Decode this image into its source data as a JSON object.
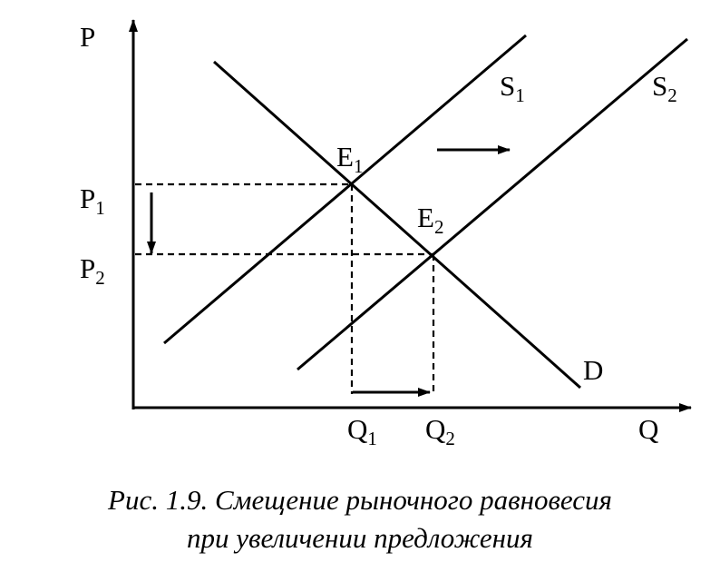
{
  "axes": {
    "y_label": "P",
    "x_label": "Q"
  },
  "curves": {
    "supply1": {
      "base": "S",
      "sub": "1"
    },
    "supply2": {
      "base": "S",
      "sub": "2"
    },
    "demand": "D"
  },
  "equilibria": {
    "e1": {
      "base": "E",
      "sub": "1"
    },
    "e2": {
      "base": "E",
      "sub": "2"
    }
  },
  "prices": {
    "p1": {
      "base": "P",
      "sub": "1"
    },
    "p2": {
      "base": "P",
      "sub": "2"
    }
  },
  "quantities": {
    "q1": {
      "base": "Q",
      "sub": "1"
    },
    "q2": {
      "base": "Q",
      "sub": "2"
    }
  },
  "caption": {
    "line1": "Рис. 1.9. Смещение рыночного равновесия",
    "line2": "при увеличении предложения"
  }
}
